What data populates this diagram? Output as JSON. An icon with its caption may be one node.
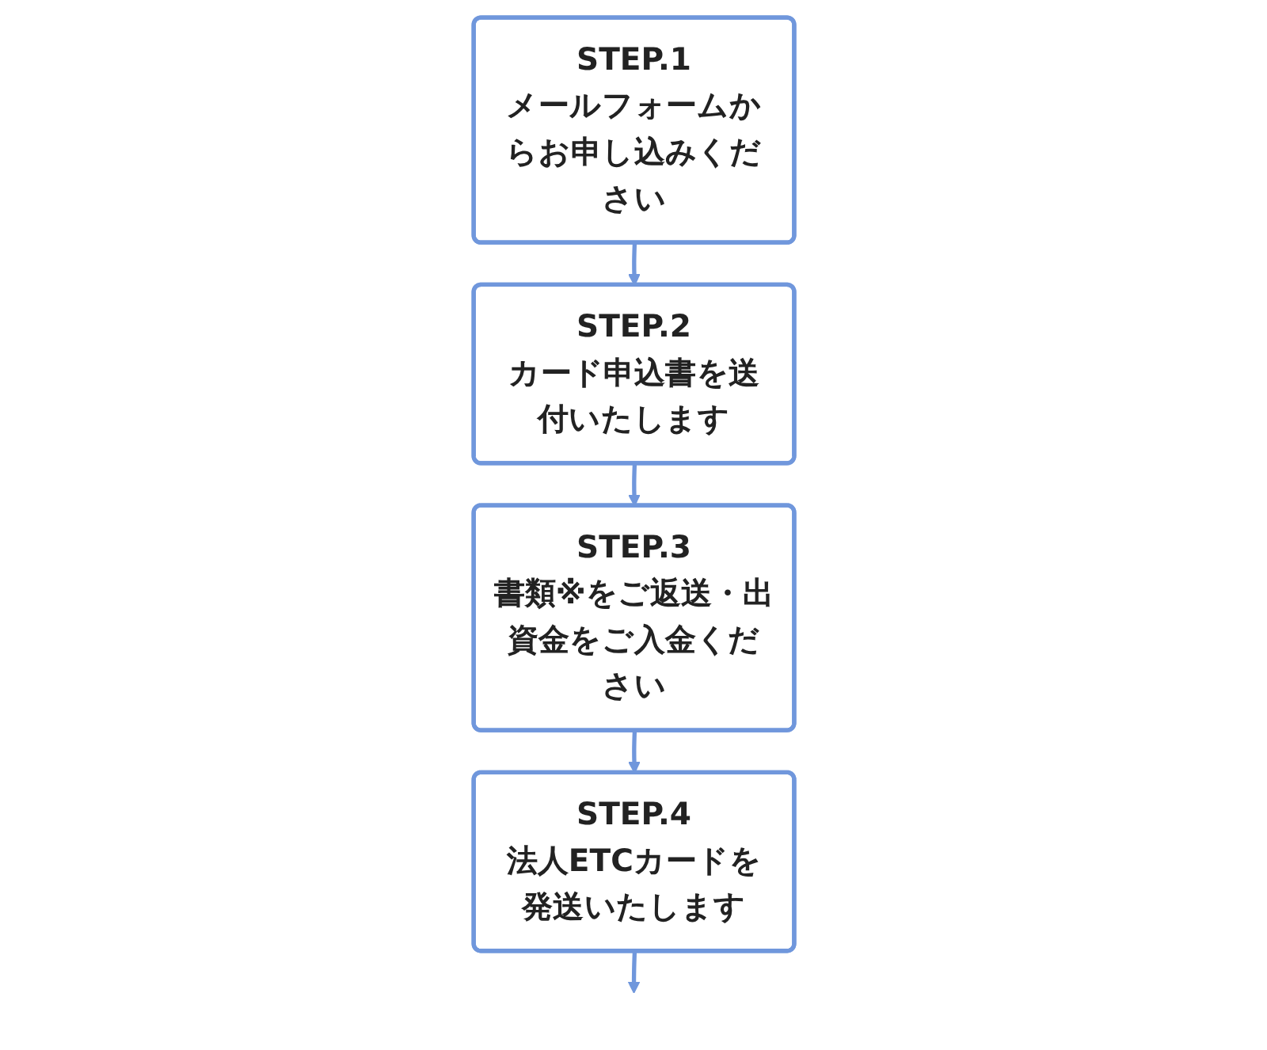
{
  "diagram": {
    "nodes": [
      {
        "text": [
          "STEP.1",
          "メールフォームからお申し込みください"
        ]
      },
      {
        "text": [
          "STEP.2",
          "カード申込書を送付いたします"
        ]
      },
      {
        "text": [
          "STEP.3",
          "書類※をご返送・出資金をご入金ください"
        ]
      },
      {
        "text": [
          "STEP.4",
          "法人ETCカードを発送いたします"
        ]
      }
    ],
    "edges": [
      {
        "from": 0,
        "to": 1,
        "arrow": "to"
      },
      {
        "from": 1,
        "to": 2,
        "arrow": "to"
      },
      {
        "from": 2,
        "to": 3,
        "arrow": "to"
      },
      {
        "from": 3,
        "to": null,
        "arrow": "to"
      }
    ]
  }
}
